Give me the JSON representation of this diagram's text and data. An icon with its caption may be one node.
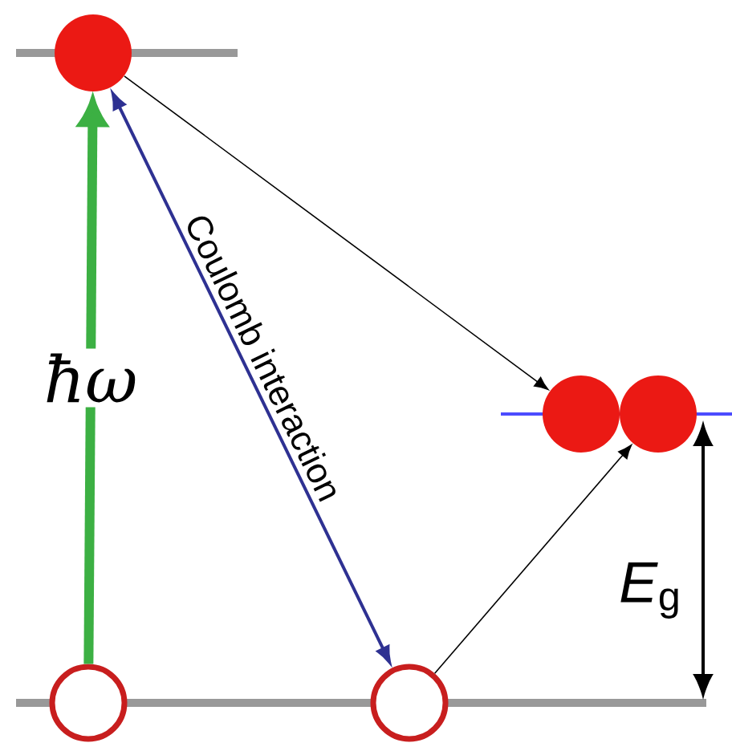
{
  "diagram": {
    "nodes": [
      {
        "text": [],
        "shape": "circle"
      },
      {
        "text": [],
        "shape": "circle"
      },
      {
        "text": [],
        "shape": "circle"
      },
      {
        "text": [],
        "shape": "circle"
      },
      {
        "text": [],
        "shape": "circle"
      }
    ],
    "edges": [
      {
        "from": 1,
        "to": 0,
        "arrow": "to",
        "label": "ħω",
        "style": "thick",
        "color": "#3cb043"
      },
      {
        "from": 0,
        "to": 2,
        "arrow": "both",
        "label": "Coulomb interaction",
        "color": "#2e3192"
      },
      {
        "from": 0,
        "to": 3,
        "arrow": "to"
      },
      {
        "from": 2,
        "to": 4,
        "arrow": "to"
      }
    ],
    "labels": [
      "*E*$_{g}$"
    ]
  }
}
